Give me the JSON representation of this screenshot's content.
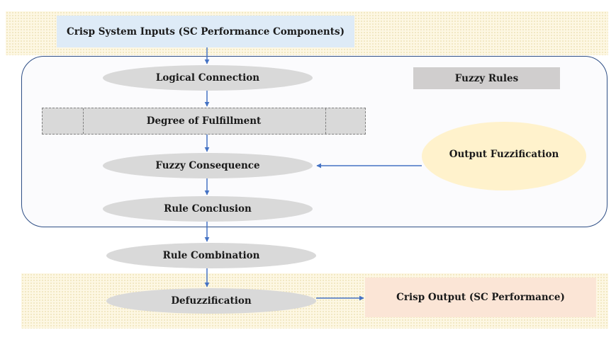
{
  "colors": {
    "arrow": "#4472c4",
    "container_border": "#2f4f86",
    "pill": "#d9d9d9",
    "input_box": "#deebf7",
    "rules_box": "#d0cece",
    "output_box": "#fbe5d6",
    "fuzzification_oval": "#fff2cc"
  },
  "nodes": {
    "inputs": "Crisp System Inputs (SC Performance Components)",
    "logical_connection": "Logical Connection",
    "fuzzy_rules": "Fuzzy Rules",
    "degree_of_fulfillment": "Degree of Fulfillment",
    "output_fuzzification": "Output Fuzzification",
    "fuzzy_consequence": "Fuzzy Consequence",
    "rule_conclusion": "Rule Conclusion",
    "rule_combination": "Rule Combination",
    "defuzzification": "Defuzzification",
    "crisp_output": "Crisp Output (SC Performance)"
  }
}
